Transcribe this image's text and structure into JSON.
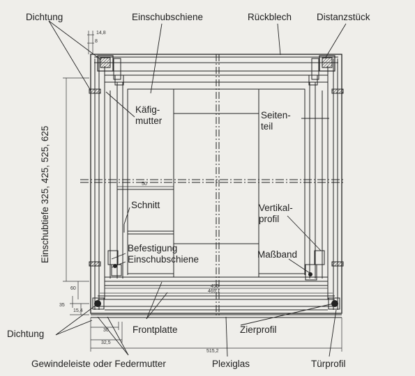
{
  "labels": {
    "dichtung_top": "Dichtung",
    "einschubschiene": "Einschubschiene",
    "rueckblech": "Rückblech",
    "distanzstueck": "Distanzstück",
    "kaefigmutter_1": "Käfig-",
    "kaefigmutter_2": "mutter",
    "seitenteil_1": "Seiten-",
    "seitenteil_2": "teil",
    "einschubtiefe": "Einschubtiefe 325, 425, 525, 625",
    "schnitt": "Schnitt",
    "vertikalprofil_1": "Vertikal-",
    "vertikalprofil_2": "profil",
    "befestigung_1": "Befestigung",
    "befestigung_2": "Einschubschiene",
    "massband": "Maßband",
    "dichtung_bottom": "Dichtung",
    "frontplatte": "Frontplatte",
    "zierprofil": "Zierprofil",
    "gewindeleiste": "Gewindeleiste oder Federmutter",
    "plexiglas": "Plexiglas",
    "tuerprofil": "Türprofil"
  },
  "dimensions": {
    "d_14_8": "14,8",
    "d_8": "8",
    "d_50": "50",
    "d_450": "450",
    "d_465_1": "465,1",
    "d_60": "60",
    "d_35": "35",
    "d_15_4": "15,4",
    "d_30": "30",
    "d_32_5": "32,5",
    "d_515_2": "515,2"
  }
}
